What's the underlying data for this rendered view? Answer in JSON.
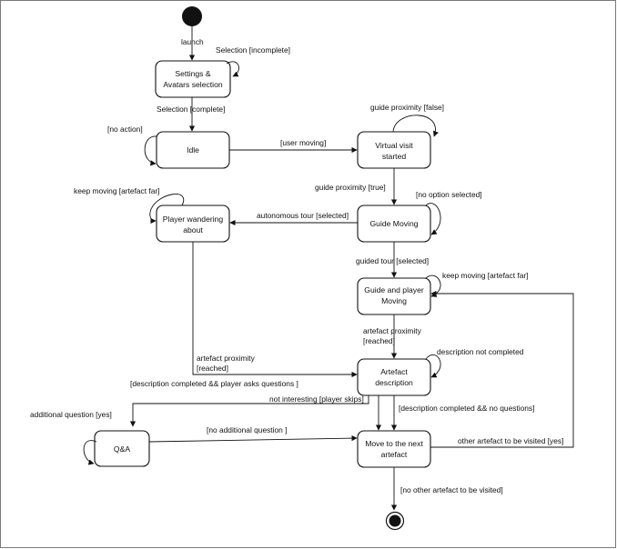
{
  "diagram": {
    "states": {
      "settings": [
        "Settings &",
        "Avatars selection"
      ],
      "idle": [
        "Idle"
      ],
      "virtual": [
        "Virtual visit",
        "started"
      ],
      "wandering": [
        "Player wandering",
        "about"
      ],
      "guide_moving": [
        "Guide Moving"
      ],
      "guide_player": [
        "Guide and player",
        "Moving"
      ],
      "artefact": [
        "Artefact",
        "description"
      ],
      "qa": [
        "Q&A"
      ],
      "next": [
        "Move to the next",
        "artefact"
      ]
    },
    "transitions": {
      "launch": "launch",
      "selection_incomplete": "Selection [incomplete]",
      "selection_complete": "Selection [complete]",
      "no_action": "[no action]",
      "user_moving": "[user moving]",
      "guide_prox_false": "guide proximity [false]",
      "guide_prox_true": "guide proximity [true]",
      "keep_moving_far_1": "keep moving [artefact far]",
      "no_option": "[no option selected]",
      "autonomous": "autonomous tour [selected]",
      "guided": "guided tour [selected]",
      "keep_moving_far_2": "keep moving [artefact far]",
      "artefact_prox_a": "artefact proximity",
      "artefact_prox_a2": "[reached]",
      "artefact_prox_b": "artefact proximity",
      "artefact_prox_b2": "[reached]",
      "desc_not_completed": "description not completed",
      "desc_completed_questions": "[description completed && player asks questions ]",
      "not_interesting": "not interesting [player skips]",
      "desc_completed_no_q": "[description completed && no questions]",
      "additional_yes": "additional question [yes]",
      "no_additional": "[no additional question ]",
      "other_artefact": "other artefact to be visited [yes]",
      "no_other": "[no other artefact to be visited]"
    }
  }
}
